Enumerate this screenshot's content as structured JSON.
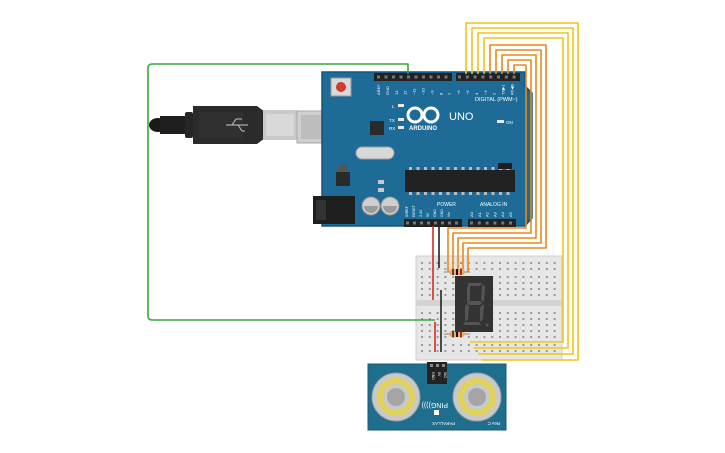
{
  "board": {
    "name": "UNO",
    "brand": "ARDUINO",
    "digital_label": "DIGITAL (PWM~)",
    "power_label": "POWER",
    "analog_label": "ANALOG IN",
    "on_label": "ON",
    "l_label": "L",
    "tx_label": "TX",
    "rx_label": "RX",
    "digital_pins": [
      "AREF",
      "GND",
      "13",
      "12",
      "~11",
      "~10",
      "~9",
      "8",
      "7",
      "~6",
      "~5",
      "4",
      "~3",
      "2",
      "TX▶1",
      "RX◀0"
    ],
    "power_pins": [
      "IOREF",
      "RESET",
      "3.3V",
      "5V",
      "GND",
      "GND",
      "Vin"
    ],
    "analog_pins": [
      "A0",
      "A1",
      "A2",
      "A3",
      "A4",
      "A5"
    ]
  },
  "display": {
    "digit": "8"
  },
  "sensor": {
    "name": "PING))))",
    "brand": "PARALLAX",
    "rev": "Rev C",
    "pins": [
      "GND",
      "5V",
      "SIG"
    ]
  },
  "colors": {
    "board": "#1d6b96",
    "board_edge": "#15557a",
    "wire_yellow": "#f0c419",
    "wire_orange": "#e8891a",
    "wire_green": "#3aa63a",
    "wire_red": "#d42a1f",
    "wire_black": "#222222",
    "breadboard": "#e6e6e6",
    "display": "#333333",
    "sensor": "#1e6f8e"
  }
}
